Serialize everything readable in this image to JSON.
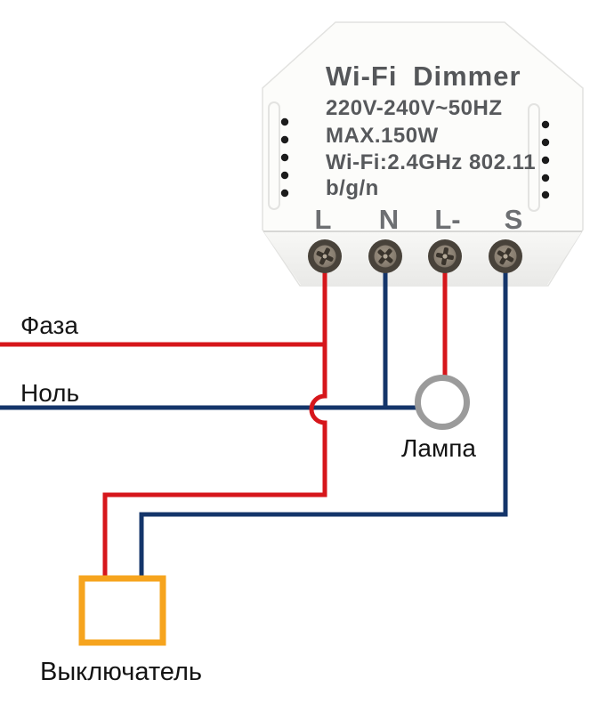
{
  "device": {
    "title": "Wi-Fi Dimmer",
    "specs": [
      "220V-240V~50HZ",
      "MAX.150W",
      "Wi-Fi:2.4GHz 802.11",
      "b/g/n"
    ],
    "terminals": [
      "L",
      "N",
      "L-",
      "S"
    ]
  },
  "labels": {
    "phase": "Фаза",
    "neutral": "Ноль",
    "lamp": "Лампа",
    "switch": "Выключатель"
  },
  "colors": {
    "phase_wire": "#d6161b",
    "neutral_wire": "#14356a",
    "switch_box": "#f6a41e",
    "lamp_ring": "#9b9b9b",
    "device_body": "#fcfcfa",
    "device_print": "#57595c"
  }
}
